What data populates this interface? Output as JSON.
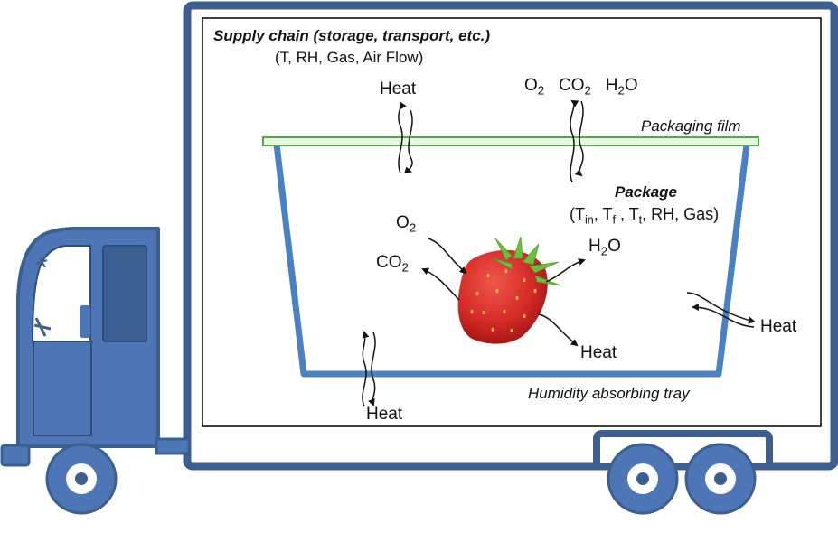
{
  "supply_chain": {
    "title": "Supply chain (storage, transport, etc.)",
    "conditions": "(T, RH, Gas, Air Flow)"
  },
  "labels": {
    "heat": "Heat",
    "packaging_film": "Packaging film",
    "package_title": "Package",
    "tray": "Humidity absorbing tray"
  },
  "chemistry": {
    "o2": {
      "base": "O",
      "sub": "2"
    },
    "co2": {
      "base": "CO",
      "sub": "2"
    },
    "h2o": {
      "pre": "H",
      "sub": "2",
      "post": "O"
    }
  },
  "package_conditions": {
    "open": "(T",
    "in_sub": "in",
    "sep1": ", T",
    "f_sub": "f",
    "sep2": " , T",
    "t_sub": "t",
    "rest": ", RH, Gas)"
  },
  "colors": {
    "truck_outline": "#3d5f8f",
    "truck_fill": "#4c76b6",
    "tray": "#4a80c4",
    "film_outline": "#4cae3c",
    "film_fill": "#e9f6e4",
    "strawberry": "#d62a27",
    "leaf": "#6cbf3c"
  }
}
